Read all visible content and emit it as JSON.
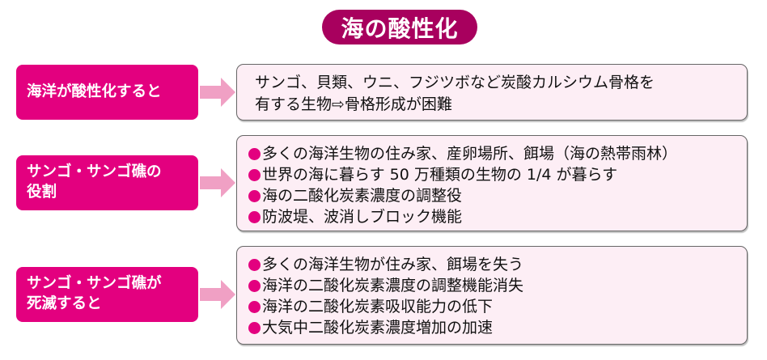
{
  "title": "海の酸性化",
  "colors": {
    "title_bg": "#a8005e",
    "label_bg": "#e3007f",
    "arrow": "#f0a0c4",
    "content_bg": "#fdeef5",
    "bullet": "#e3007f"
  },
  "rows": [
    {
      "label": "海洋が酸性化すると",
      "lines": [
        "サンゴ、貝類、ウニ、フジツボなど炭酸カルシウム骨格を",
        "有する生物⇨骨格形成が困難"
      ]
    },
    {
      "label": "サンゴ・サンゴ礁の\n役割",
      "bullets": [
        "多くの海洋生物の住み家、産卵場所、餌場（海の熱帯雨林）",
        "世界の海に暮らす 50 万種類の生物の 1/4 が暮らす",
        "海の二酸化炭素濃度の調整役",
        "防波堤、波消しブロック機能"
      ]
    },
    {
      "label": "サンゴ・サンゴ礁が\n死滅すると",
      "bullets": [
        "多くの海洋生物が住み家、餌場を失う",
        "海洋の二酸化炭素濃度の調整機能消失",
        "海洋の二酸化炭素吸収能力の低下",
        "大気中二酸化炭素濃度増加の加速"
      ]
    }
  ]
}
